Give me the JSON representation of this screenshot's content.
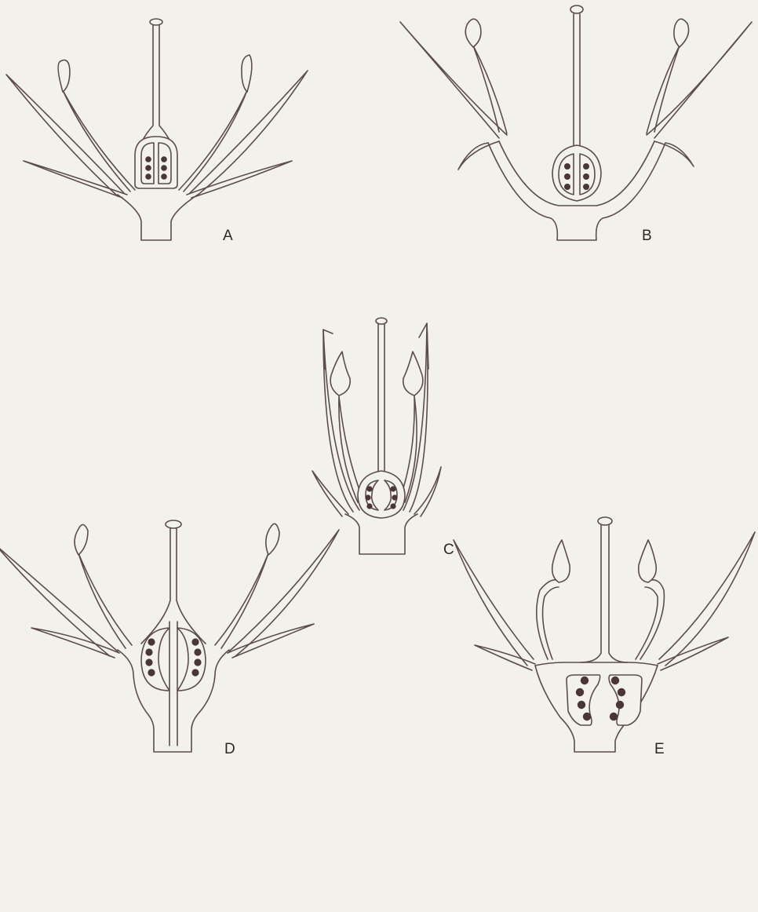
{
  "figure": {
    "panels": [
      {
        "id": "A",
        "label": "A"
      },
      {
        "id": "B",
        "label": "B"
      },
      {
        "id": "C",
        "label": "C"
      },
      {
        "id": "D",
        "label": "D"
      },
      {
        "id": "E",
        "label": "E"
      }
    ]
  },
  "colors": {
    "paper": "#f2f1ea",
    "line": "#5d4c4e",
    "ovule": "#4a3539"
  }
}
